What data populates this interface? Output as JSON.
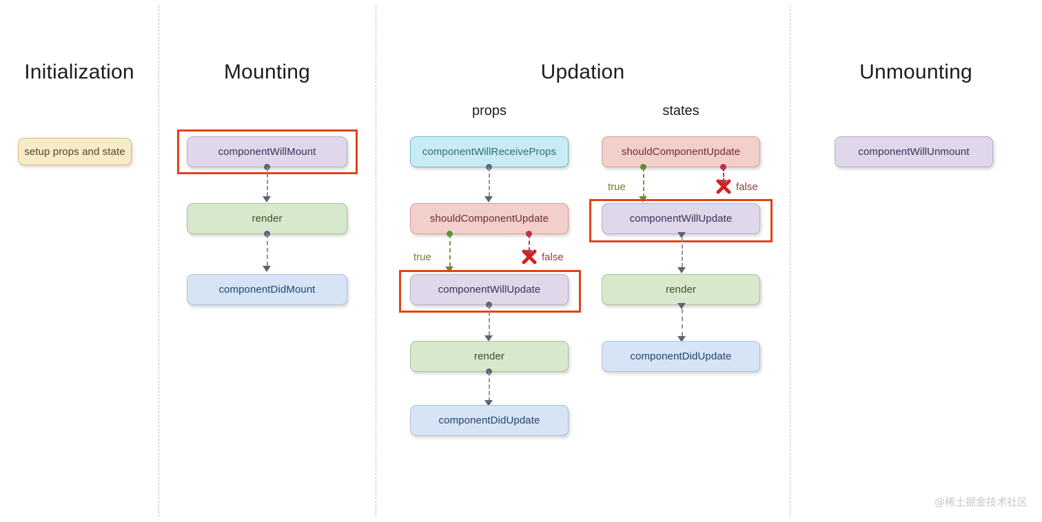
{
  "phases": [
    {
      "id": "initialization",
      "label": "Initialization"
    },
    {
      "id": "mounting",
      "label": "Mounting"
    },
    {
      "id": "updation",
      "label": "Updation"
    },
    {
      "id": "unmounting",
      "label": "Unmounting"
    }
  ],
  "subcolumns": [
    {
      "id": "props",
      "label": "props"
    },
    {
      "id": "states",
      "label": "states"
    }
  ],
  "nodes": {
    "setup_props_and_state": "setup props and state",
    "component_will_mount": "componentWillMount",
    "mounting_render": "render",
    "component_did_mount": "componentDidMount",
    "props_will_receive_props": "componentWillReceiveProps",
    "props_should_component_update": "shouldComponentUpdate",
    "props_component_will_update": "componentWillUpdate",
    "props_render": "render",
    "props_component_did_update": "componentDidUpdate",
    "states_should_component_update": "shouldComponentUpdate",
    "states_component_will_update": "componentWillUpdate",
    "states_render": "render",
    "states_component_did_update": "componentDidUpdate",
    "component_will_unmount": "componentWillUnmount"
  },
  "branch_labels": {
    "props_true": "true",
    "props_false": "false",
    "states_true": "true",
    "states_false": "false"
  },
  "colors": {
    "highlight": "#e04218",
    "purple_fill": "#e0d7ea",
    "green_fill": "#d8e8cd",
    "blue_fill": "#d6e4f5",
    "cyan_fill": "#c9ecf4",
    "red_fill": "#f3cfcb",
    "cream_fill": "#f7ecc9",
    "divider": "#b9bcb4",
    "connector": "#8e94a0",
    "true_branch": "#6f7f33",
    "false_branch": "#9c3a3a"
  },
  "watermark": {
    "text": "@稀土掘金技术社区"
  }
}
